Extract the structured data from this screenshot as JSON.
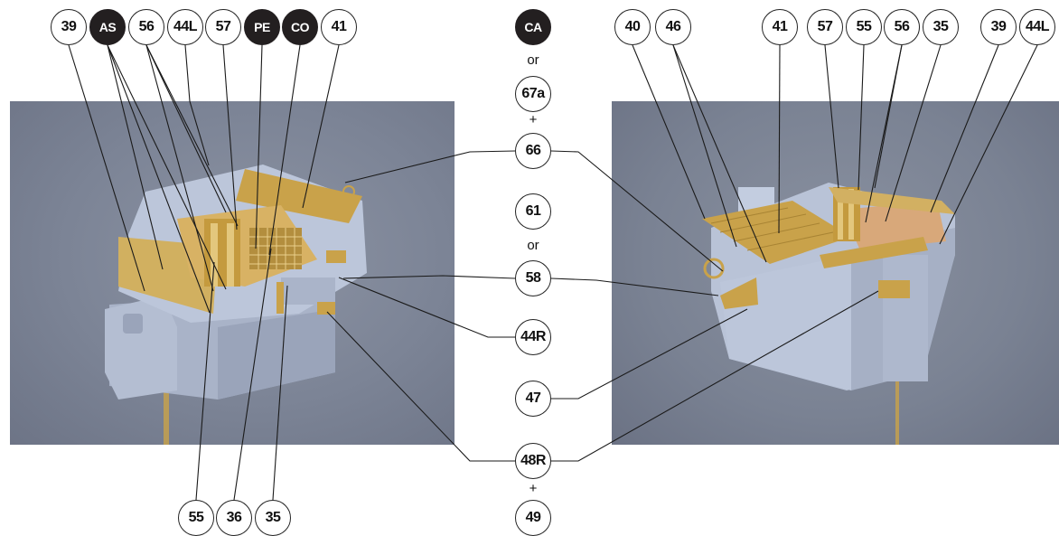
{
  "top_left_callouts": [
    "39",
    "AS",
    "56",
    "44L",
    "57",
    "PE",
    "CO",
    "41"
  ],
  "top_right_callouts": [
    "40",
    "46",
    "41",
    "57",
    "55",
    "56",
    "35",
    "39",
    "44L"
  ],
  "bottom_left_callouts": [
    "55",
    "36",
    "35"
  ],
  "center_column": {
    "c1": "CA",
    "or1": "or",
    "c2": "67a",
    "plus1": "+",
    "c3": "66",
    "c4": "61",
    "or2": "or",
    "c5": "58",
    "c6": "44R",
    "c7": "47",
    "c8": "48R",
    "plus2": "+",
    "c9": "49"
  },
  "colors": {
    "badge_dark": "#231f20",
    "photo_background": "#7f8798",
    "resin_part": "#b8c2d6",
    "etched_brass": "#c9a24a"
  }
}
